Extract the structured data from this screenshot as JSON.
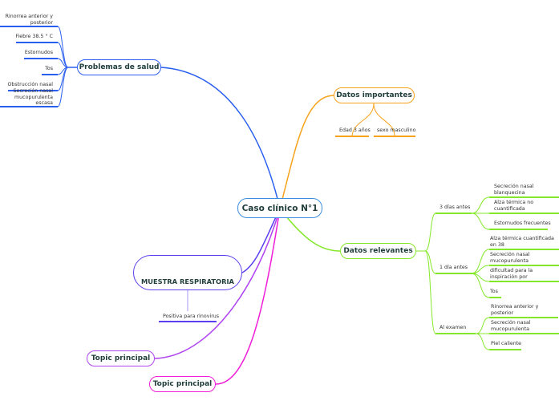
{
  "central": {
    "title": "Caso clínico N°1"
  },
  "problemas": {
    "title": "Problemas de salud",
    "color": "#2a5ef0",
    "items": [
      "Rinorrea anterior y  posterior",
      "Fiebre 38.5 ° C",
      "Estornudos",
      "Tos",
      "Obstrucción nasal",
      "Secreción nasal mucopurulenta escasa"
    ]
  },
  "importantes": {
    "title": "Datos importantes",
    "color": "#f7a21b",
    "items": [
      "Edad 3 años",
      "sexo masculino"
    ]
  },
  "relevantes": {
    "title": "Datos relevantes",
    "color": "#84e82a",
    "groups": [
      {
        "label": "3 días antes",
        "items": [
          "Secreción nasal blanquecina",
          "Alza térmica no cuantificada",
          "Estornudos frecuentes"
        ]
      },
      {
        "label": "1 día antes",
        "items": [
          "Alza térmica cuantificada en 38",
          "Secreción nasal mucopurulenta",
          "dificultad para la inspiración por",
          "Tos"
        ]
      },
      {
        "label": "Al examen",
        "items": [
          "Rinorrea anterior y posterior",
          "Secreción nasal mucopurulenta",
          "Piel caliente"
        ]
      }
    ]
  },
  "muestra": {
    "title": "MUESTRA RESPIRATORIA",
    "color": "#5a3ff0",
    "item": "Positiva para rinovirus"
  },
  "topic1": {
    "title": "Topic principal",
    "color": "#b044f0"
  },
  "topic2": {
    "title": "Topic principal",
    "color": "#f01ed8"
  }
}
